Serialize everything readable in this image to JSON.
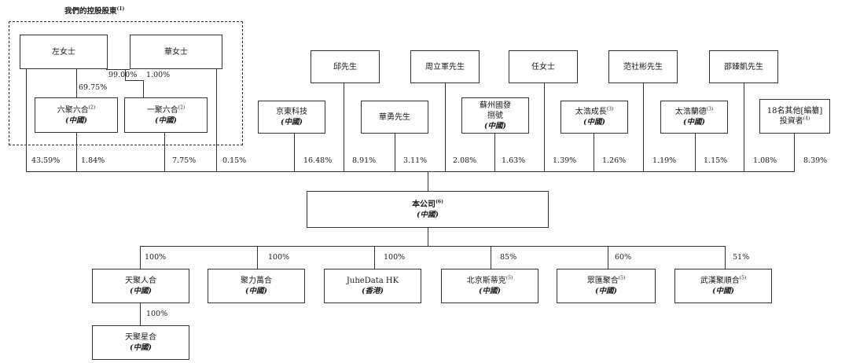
{
  "group_title": "我們的控股股東",
  "group_title_note": "(1)",
  "controllers": [
    {
      "name": "左女士"
    },
    {
      "name": "華女士"
    }
  ],
  "intermediate": [
    {
      "name": "六聚六合",
      "note": "(2)",
      "sub": "(中國)"
    },
    {
      "name": "一聚六合",
      "note": "(2)",
      "sub": "(中國)"
    }
  ],
  "shareholders_top": [
    {
      "name": "邱先生"
    },
    {
      "name": "周立軍先生"
    },
    {
      "name": "任女士"
    },
    {
      "name": "范社彬先生"
    },
    {
      "name": "邵臻凱先生"
    }
  ],
  "shareholders_mid": [
    {
      "name": "京東科技",
      "sub": "(中國)"
    },
    {
      "name": "華勇先生"
    },
    {
      "name": "蘇州國發",
      "name2": "捌號",
      "sub": "(中國)"
    },
    {
      "name": "太浩成長",
      "note": "(3)",
      "sub": "(中國)"
    },
    {
      "name": "太浩蘭德",
      "note": "(3)",
      "sub": "(中國)"
    },
    {
      "name": "18名其他[編纂]",
      "name2": "投資者",
      "note": "(4)"
    }
  ],
  "inner_pcts": [
    "69.75%",
    "99.00%",
    "1.00%"
  ],
  "holdings": [
    "43.59%",
    "1.84%",
    "7.75%",
    "0.15%",
    "16.48%",
    "8.91%",
    "3.11%",
    "2.08%",
    "1.63%",
    "1.39%",
    "1.26%",
    "1.19%",
    "1.15%",
    "1.08%",
    "8.39%"
  ],
  "company": {
    "name": "本公司",
    "note": "(6)",
    "sub": "(中國)"
  },
  "subsidiaries": [
    {
      "name": "天聚人合",
      "sub": "(中國)",
      "pct": "100%"
    },
    {
      "name": "聚力萬合",
      "sub": "(中國)",
      "pct": "100%"
    },
    {
      "name": "JuheData HK",
      "sub": "(香港)",
      "pct": "100%"
    },
    {
      "name": "北京斯蒂克",
      "note": "(5)",
      "sub": "(中國)",
      "pct": "85%"
    },
    {
      "name": "眾匯聚合",
      "note": "(5)",
      "sub": "(中國)",
      "pct": "60%"
    },
    {
      "name": "武漢聚順合",
      "note": "(5)",
      "sub": "(中國)",
      "pct": "51%"
    }
  ],
  "grandchild": {
    "name": "天聚星合",
    "sub": "(中國)",
    "pct": "100%"
  }
}
